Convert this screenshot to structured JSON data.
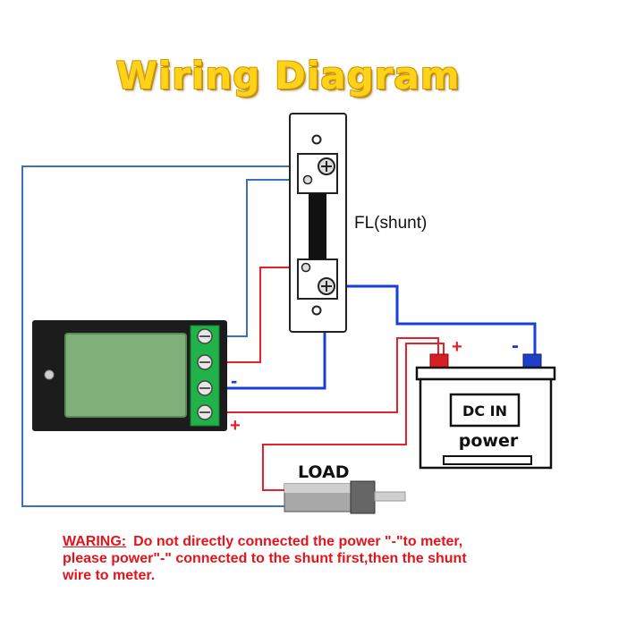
{
  "title": "Wiring Diagram",
  "labels": {
    "shunt": "FL(shunt)",
    "load": "LOAD",
    "dc_in": "DC IN",
    "power": "power",
    "plus": "+",
    "minus": "-"
  },
  "warning": {
    "lead": "WARING:",
    "line1": "Do not directly connected the power \"-\"to meter,",
    "line2": "please power\"-\" connected to the shunt first,then the shunt",
    "line3": "wire to meter."
  },
  "colors": {
    "positive_wire": "#e8202a",
    "negative_wire": "#1a3fd6",
    "signal_wire": "#3b6fc4",
    "terminal_green": "#21b34a",
    "screen_green": "#7fb07a",
    "title_yellow": "#ffd21c"
  }
}
